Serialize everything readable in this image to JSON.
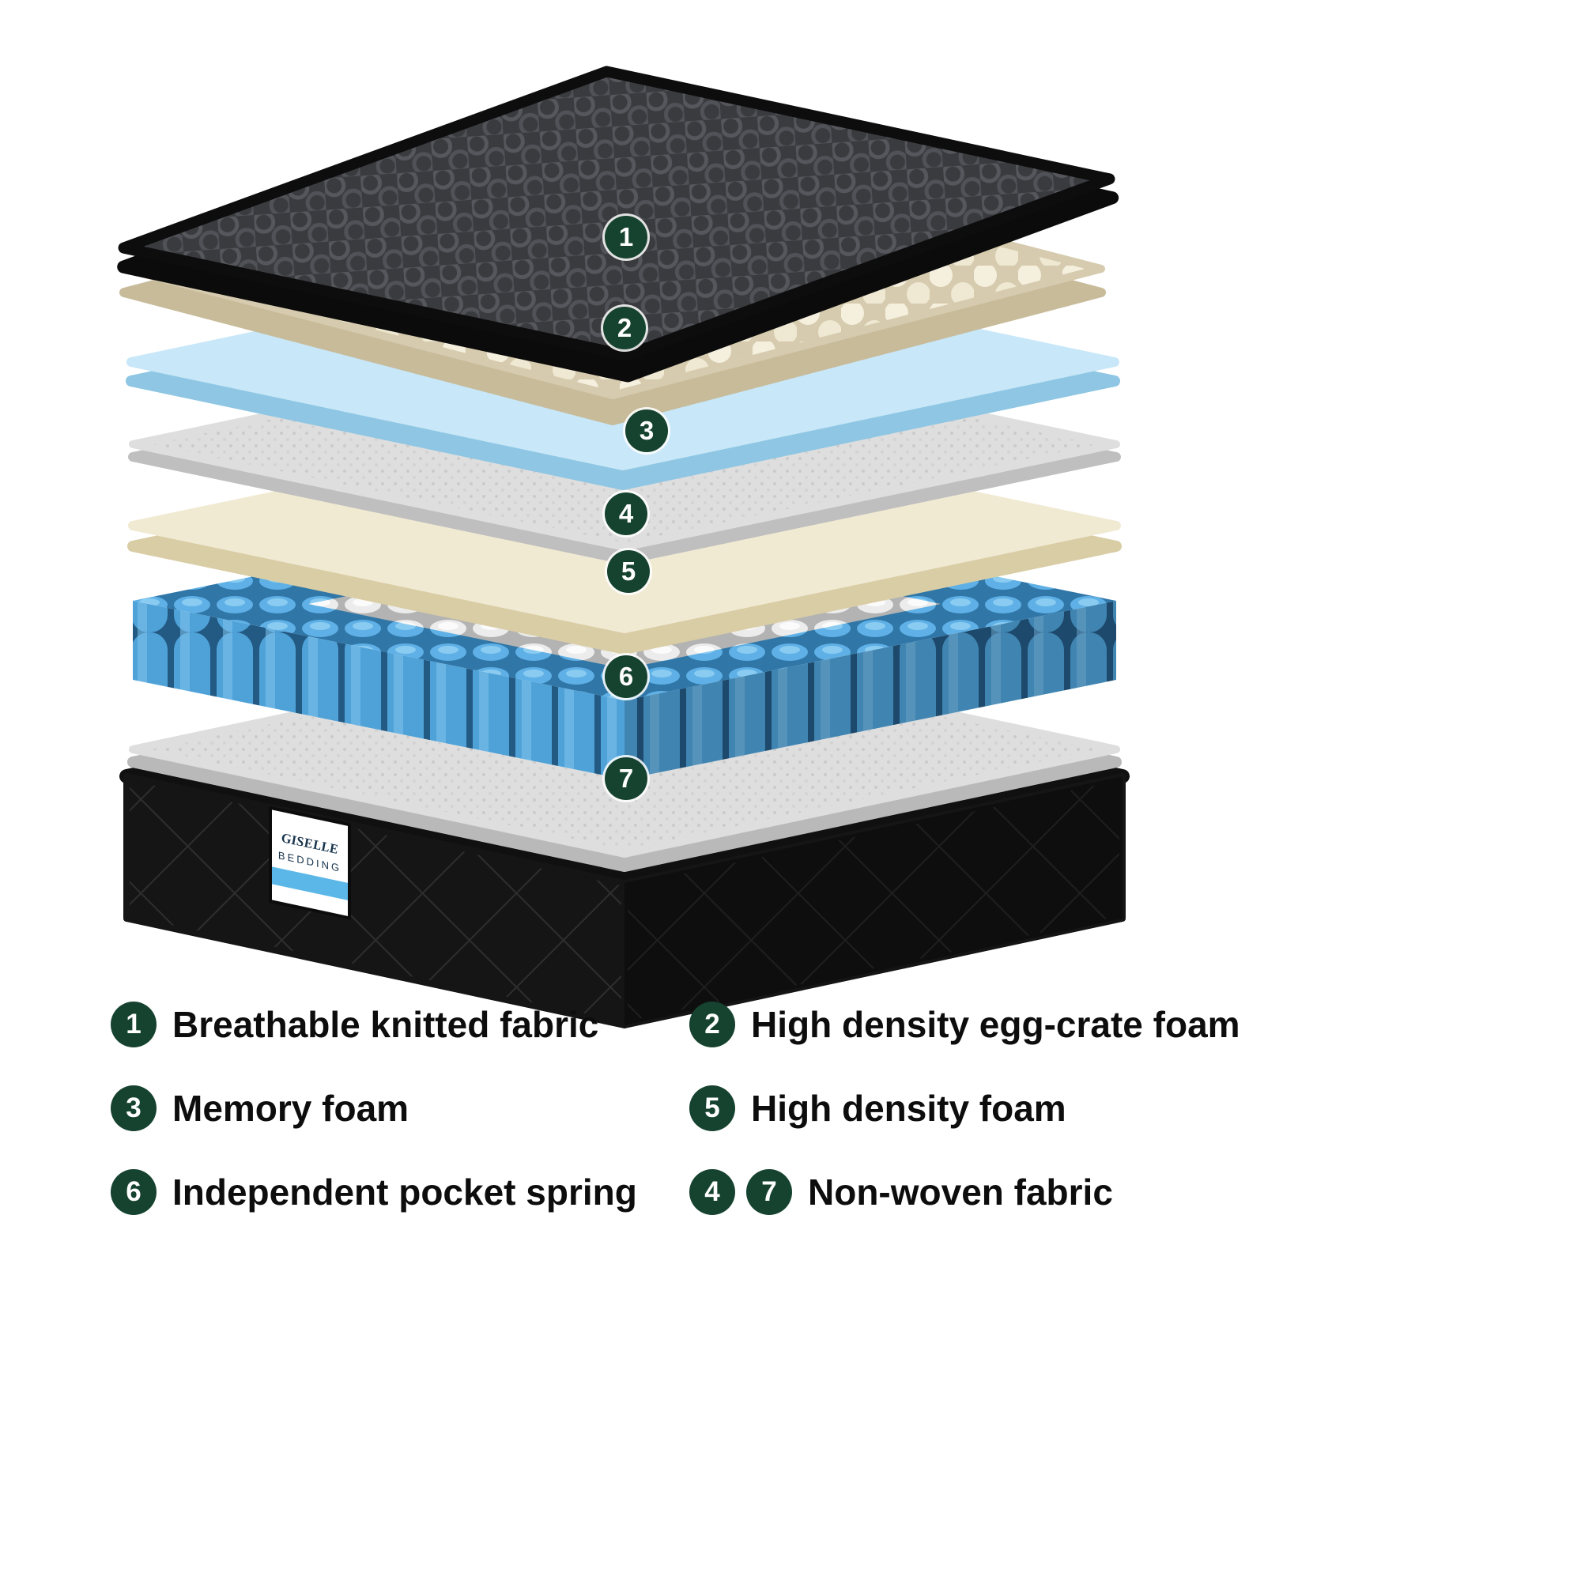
{
  "colors": {
    "badge_green": "#16432f",
    "legend_text": "#0d0d0d",
    "knit_dark": "#3a3b3f",
    "knit_rim": "#0b0b0b",
    "egg_cream": "#e7dfc6",
    "memory_blue": "#c8e7f8",
    "memory_blue_edge": "#8ec6e3",
    "nonwoven_gray": "#dedede",
    "foam_ivory": "#f1ead3",
    "foam_ivory_edge": "#d9cda6",
    "spring_blue": "#4fa2d8",
    "base_black": "#101010",
    "label_blue": "#5bb7e8"
  },
  "diagram": {
    "badges": [
      {
        "num": "1"
      },
      {
        "num": "2"
      },
      {
        "num": "3"
      },
      {
        "num": "4"
      },
      {
        "num": "5"
      },
      {
        "num": "6"
      },
      {
        "num": "7"
      }
    ],
    "label": {
      "line1": "GISELLE",
      "line2": "BEDDING"
    }
  },
  "legend": {
    "items": [
      {
        "nums": [
          "1"
        ],
        "label": "Breathable knitted fabric"
      },
      {
        "nums": [
          "2"
        ],
        "label": "High density egg-crate foam"
      },
      {
        "nums": [
          "3"
        ],
        "label": "Memory foam"
      },
      {
        "nums": [
          "5"
        ],
        "label": "High density foam"
      },
      {
        "nums": [
          "6"
        ],
        "label": "Independent pocket spring"
      },
      {
        "nums": [
          "4",
          "7"
        ],
        "label": "Non-woven fabric"
      }
    ]
  }
}
